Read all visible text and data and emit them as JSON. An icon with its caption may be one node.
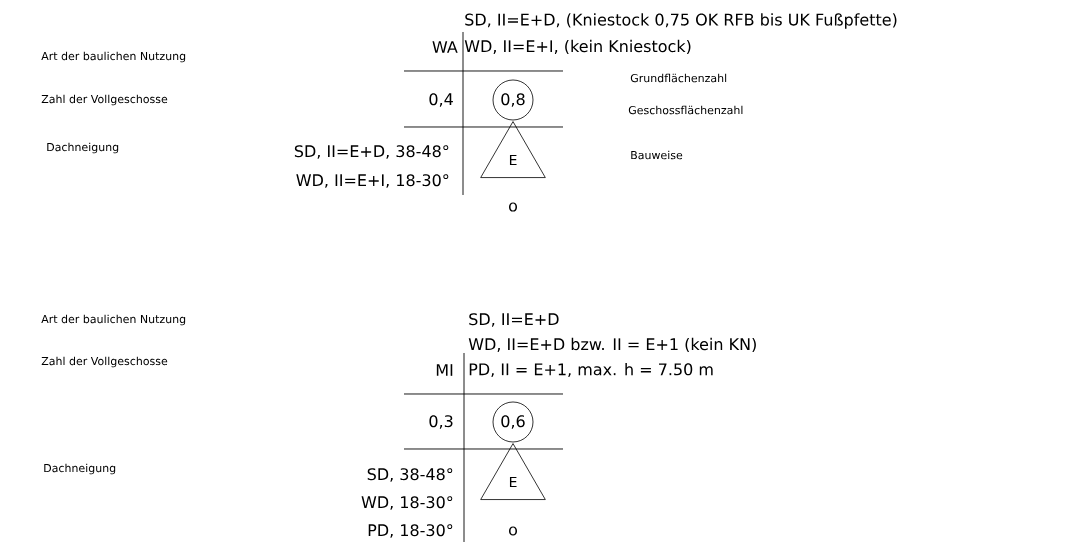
{
  "diagram": {
    "nodes": [
      {
        "text": [
          "0,8"
        ]
      },
      {
        "text": [
          "E"
        ]
      },
      {
        "text": [
          "0,6"
        ]
      },
      {
        "text": [
          "E"
        ]
      }
    ],
    "labels": [
      "SD, II=E+D, (Kniestock 0,75 OK RFB bis UK Fußpfette)",
      "Art der baulichen Nutzung",
      "WA",
      "WD, II=E+I, (kein Kniestock)",
      "Grundflächenzahl",
      "Zahl der Vollgeschosse",
      "0,4",
      "Geschossflächenzahl",
      "Dachneigung",
      "SD, II=E+D, 38-48°",
      "Bauweise",
      "WD, II=E+I, 18-30°",
      "o",
      "Art der baulichen Nutzung",
      "SD, II=E+D",
      "WD, II=E+D bzw. II = E+1 (kein KN)",
      "Zahl der Vollgeschosse",
      "MI",
      "PD, II = E+1, max. h = 7.50 m",
      "0,3",
      "Dachneigung",
      "SD, 38-48°",
      "WD, 18-30°",
      "PD, 18-30°",
      "o"
    ]
  }
}
